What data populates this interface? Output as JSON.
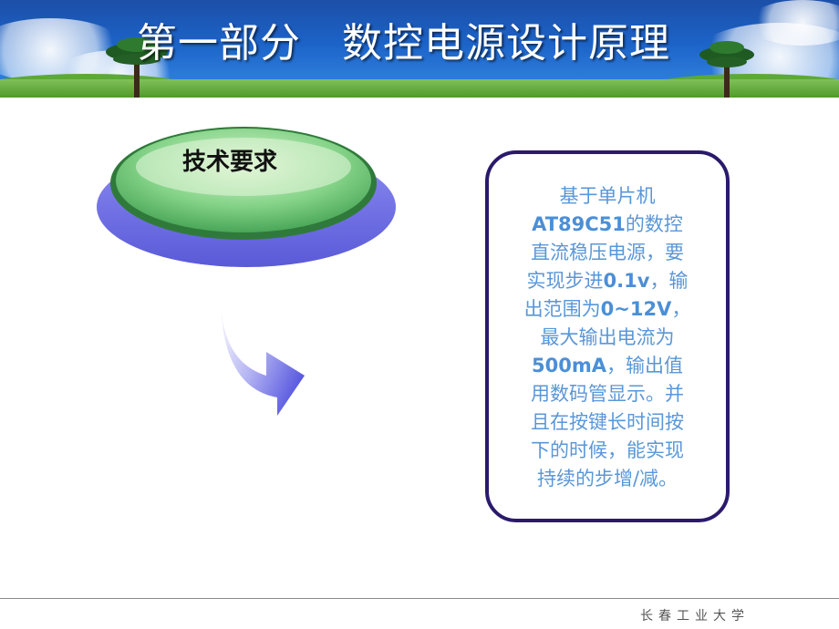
{
  "slide": {
    "title": "第一部分　数控电源设计原理",
    "oval_label": "技术要求",
    "info_lines": [
      {
        "pre": "基于单片机",
        "bold": "",
        "post": ""
      },
      {
        "pre": "",
        "bold": "AT89C51",
        "post": "的数控"
      },
      {
        "pre": "直流稳压电源，要",
        "bold": "",
        "post": ""
      },
      {
        "pre": "实现步进",
        "bold": "0.1v",
        "post": "，输"
      },
      {
        "pre": "出范围为",
        "bold": "0~12V",
        "post": "，"
      },
      {
        "pre": "最大输出电流为",
        "bold": "",
        "post": ""
      },
      {
        "pre": "",
        "bold": "500mA",
        "post": "，输出值"
      },
      {
        "pre": "用数码管显示。并",
        "bold": "",
        "post": ""
      },
      {
        "pre": "且在按键长时间按",
        "bold": "",
        "post": ""
      },
      {
        "pre": "下的时候，能实现",
        "bold": "",
        "post": ""
      },
      {
        "pre": "持续的步增/减。",
        "bold": "",
        "post": ""
      }
    ],
    "footer": "长春工业大学"
  },
  "colors": {
    "header_blue": "#1c63c8",
    "oval_green": "#5cc46a",
    "oval_purple": "#6f6fe6",
    "box_border": "#2b1a6b",
    "info_text": "#5a97d8"
  },
  "icons": {
    "arrow": "curved-arrow-right-icon",
    "trees": "tree-icon"
  }
}
